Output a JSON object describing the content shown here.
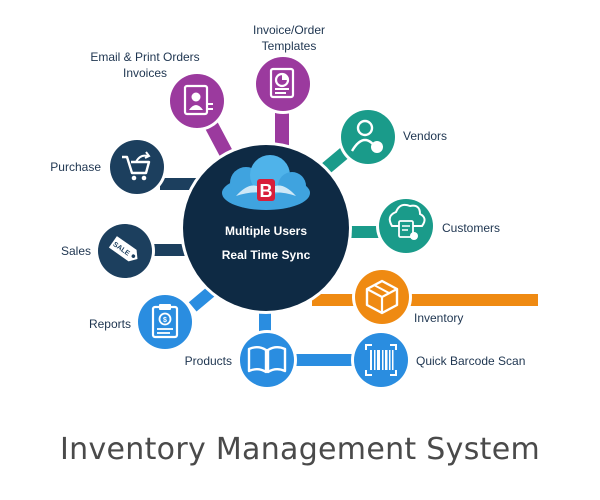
{
  "hub": {
    "line1": "Multiple Users",
    "line2": "Real Time Sync",
    "logo_letter": "B",
    "color": "#0e2a44"
  },
  "nodes": {
    "email_print": {
      "line1": "Email & Print Orders",
      "line2": "Invoices",
      "color": "#9b3a9e",
      "icon": "document-person-icon"
    },
    "templates": {
      "line1": "Invoice/Order",
      "line2": "Templates",
      "color": "#9b3a9e",
      "icon": "document-chart-icon"
    },
    "vendors": {
      "label": "Vendors",
      "color": "#1a9b8a",
      "icon": "person-icon"
    },
    "customers": {
      "label": "Customers",
      "color": "#1a9b8a",
      "icon": "cloud-clipboard-icon"
    },
    "purchase": {
      "label": "Purchase",
      "color": "#1c3f5e",
      "icon": "cart-icon"
    },
    "sales": {
      "label": "Sales",
      "color": "#1c3f5e",
      "icon": "sale-tag-icon",
      "tag_text": "SALE"
    },
    "reports": {
      "label": "Reports",
      "color": "#2a8de0",
      "icon": "report-clipboard-icon"
    },
    "products": {
      "label": "Products",
      "color": "#2a8de0",
      "icon": "book-icon"
    },
    "barcode": {
      "label": "Quick Barcode Scan",
      "color": "#2a8de0",
      "icon": "barcode-icon"
    },
    "inventory": {
      "label": "Inventory",
      "color": "#ef8a12",
      "icon": "box-icon"
    }
  },
  "footer": {
    "title": "Inventory Management System"
  }
}
